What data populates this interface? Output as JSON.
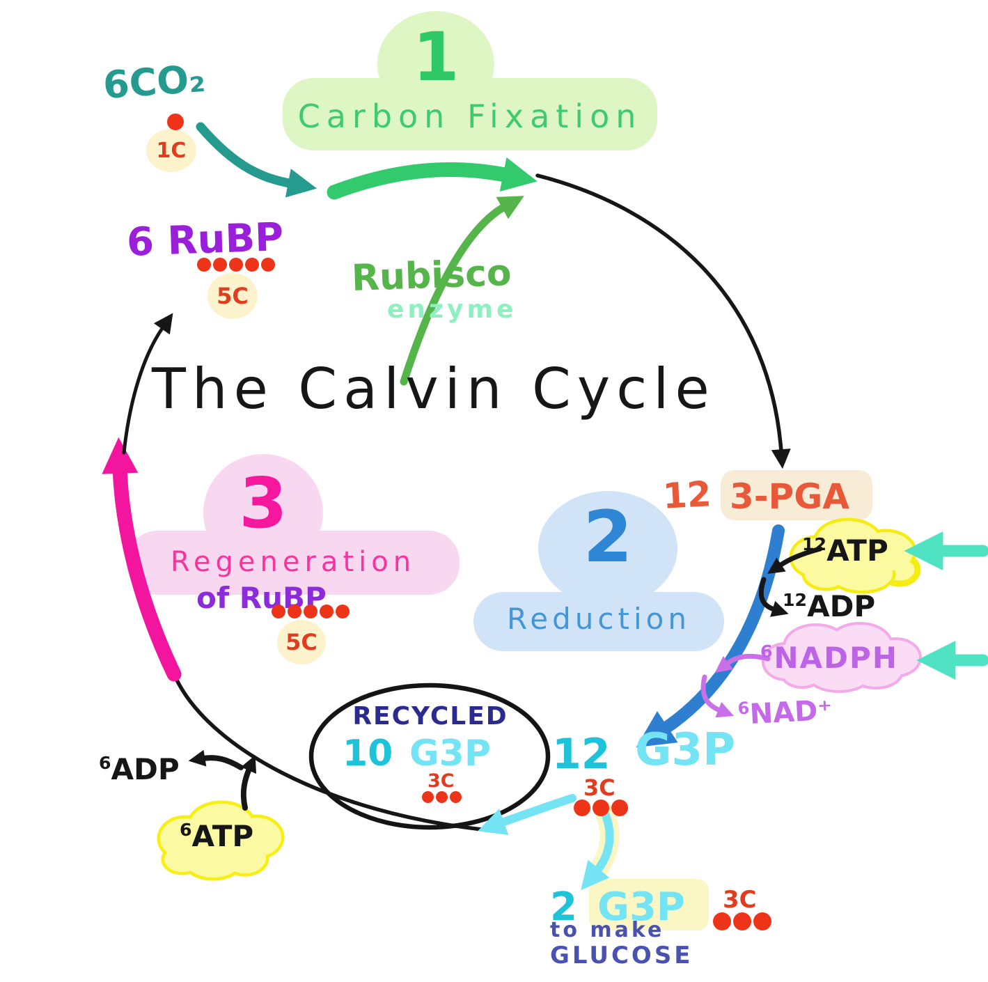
{
  "title": "The Calvin Cycle",
  "steps": {
    "step1": {
      "number": "1",
      "label": "Carbon Fixation"
    },
    "step2": {
      "number": "2",
      "label": "Reduction"
    },
    "step3": {
      "number": "3",
      "label": "Regeneration",
      "sublabel": "of RuBP",
      "carbon": "5C",
      "dots": 5
    }
  },
  "molecules": {
    "co2": {
      "text": "6CO₂",
      "carbon": "1C",
      "dots": 1
    },
    "rubp": {
      "text": "6 RuBP",
      "carbon": "5C",
      "dots": 5
    },
    "rubisco": {
      "name": "Rubisco",
      "sub": "enzyme"
    },
    "pga": {
      "count": "12",
      "name": "3-PGA"
    },
    "atp12": {
      "sup": "12",
      "name": "ATP"
    },
    "adp12": {
      "sup": "12",
      "name": "ADP"
    },
    "nadph": {
      "sup": "6",
      "name": "NADPH"
    },
    "nad": {
      "sup": "6",
      "name": "NAD⁺"
    },
    "g3p12": {
      "count": "12",
      "name": "G3P",
      "carbon": "3C",
      "dots": 3
    },
    "recycled": {
      "label": "RECYCLED",
      "count": "10",
      "name": "G3P",
      "carbon": "3C",
      "dots": 3
    },
    "g3p2": {
      "count": "2",
      "name": "G3P",
      "carbon": "3C",
      "dots": 3,
      "note1": "to make",
      "note2": "GLUCOSE"
    },
    "adp6": {
      "sup": "6",
      "name": "ADP"
    },
    "atp6": {
      "sup": "6",
      "name": "ATP"
    }
  },
  "colors": {
    "teal": "#259a8e",
    "green": "#2ec966",
    "light_green_bg": "#def6c4",
    "rubisco_green": "#55b54a",
    "mint": "#8ef0c0",
    "purple": "#9a1fd8",
    "red_dot": "#ee3418",
    "cream_badge": "#fcf3cc",
    "hot_pink": "#f5189e",
    "magenta_arrow": "#f2169e",
    "light_pink_bg": "#f8d7f1",
    "blue": "#2e86d4",
    "light_blue_bg": "#d0e3f7",
    "orange": "#e8593a",
    "cream_highlight": "#f8ecd7",
    "yellow_cloud": "#fcfaa0",
    "yellow_cloud_border": "#f5ec13",
    "pink_cloud": "#fbdcf5",
    "pink_cloud_border": "#f2aae8",
    "orchid": "#bd63e6",
    "cyan_arrow": "#74e3f4",
    "dark_cyan": "#1ec3d9",
    "navy": "#2a2a91",
    "indigo": "#4a52b0",
    "mint_arrow": "#4fe3c4",
    "black": "#161616",
    "pale_yellow": "#fbf7c5"
  }
}
